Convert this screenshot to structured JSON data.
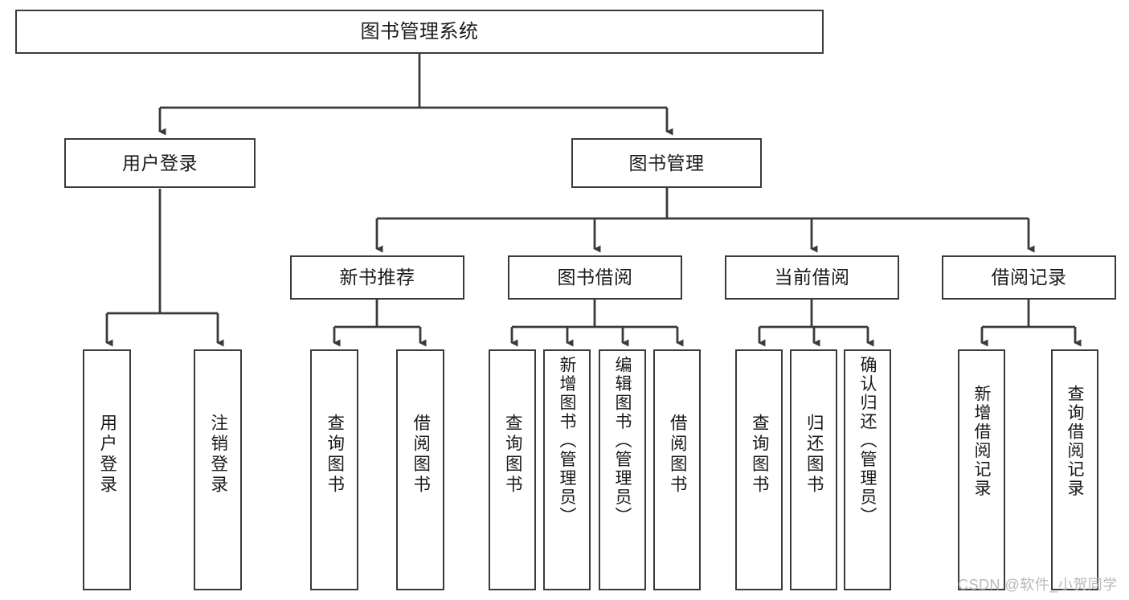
{
  "diagram": {
    "type": "hierarchy-tree",
    "title": "图书管理系统",
    "watermark": "CSDN @软件_小贺同学",
    "colors": {
      "stroke": "#3a3a3a",
      "fill": "#ffffff",
      "text": "#1a1a1a",
      "watermark": "#b8b8b8"
    },
    "nodes": {
      "root": {
        "label": "图书管理系统"
      },
      "level2": [
        {
          "label": "用户登录"
        },
        {
          "label": "图书管理"
        }
      ],
      "level3": [
        {
          "label": "新书推荐"
        },
        {
          "label": "图书借阅"
        },
        {
          "label": "当前借阅"
        },
        {
          "label": "借阅记录"
        }
      ],
      "leaves": {
        "user_login": [
          {
            "label": "用户登录"
          },
          {
            "label": "注销登录"
          }
        ],
        "new_book": [
          {
            "label": "查询图书"
          },
          {
            "label": "借阅图书"
          }
        ],
        "book_borrow": [
          {
            "label": "查询图书"
          },
          {
            "label": "新增图书（管理员）"
          },
          {
            "label": "编辑图书（管理员）"
          },
          {
            "label": "借阅图书"
          }
        ],
        "current_borrow": [
          {
            "label": "查询图书"
          },
          {
            "label": "归还图书"
          },
          {
            "label": "确认归还（管理员）"
          }
        ],
        "borrow_record": [
          {
            "label": "新增借阅记录"
          },
          {
            "label": "查询借阅记录"
          }
        ]
      }
    }
  }
}
